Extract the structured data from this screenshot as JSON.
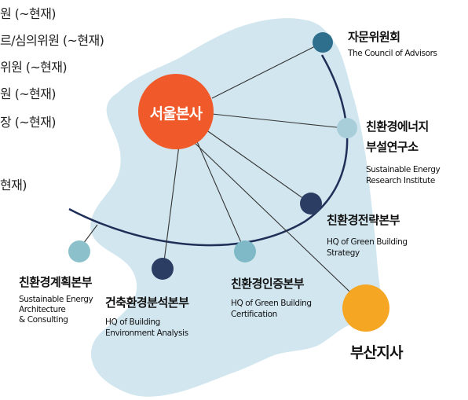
{
  "clipped_lines": [
    "원 (~현재)",
    "르/심의위원 (~현재)",
    "위원 (~현재)",
    "원 (~현재)",
    "장 (~현재)",
    "현재)"
  ],
  "hq": {
    "label": "서울본사",
    "color": "#f05a2a"
  },
  "branch": {
    "label": "부산지사",
    "color": "#f5a623"
  },
  "nodes": {
    "advisors": {
      "ko": "자문위원회",
      "en": "The Council of Advisors",
      "color": "#2e6f8e"
    },
    "energy_institute": {
      "ko_line1": "친환경에너지",
      "ko_line2": "부설연구소",
      "en_line1": "Sustainable Energy",
      "en_line2": "Research Institute",
      "color": "#a8cfd9"
    },
    "strategy": {
      "ko": "친환경전략본부",
      "en_line1": "HQ of Green Building",
      "en_line2": "Strategy",
      "color": "#2b3d63"
    },
    "certification": {
      "ko": "친환경인증본부",
      "en_line1": "HQ of Green Building",
      "en_line2": "Certification",
      "color": "#7fb8c6"
    },
    "analysis": {
      "ko": "건축환경분석본부",
      "en_line1": "HQ of Building",
      "en_line2": "Environment Analysis",
      "color": "#2b3d63"
    },
    "architecture": {
      "ko": "친환경계획본부",
      "en_line1": "Sustainable Energy",
      "en_line2": "Architecture",
      "en_line3": "& Consulting",
      "color": "#8cc1cc"
    }
  },
  "map_color": "#d2e6f0",
  "arc_color": "#1f2f57"
}
